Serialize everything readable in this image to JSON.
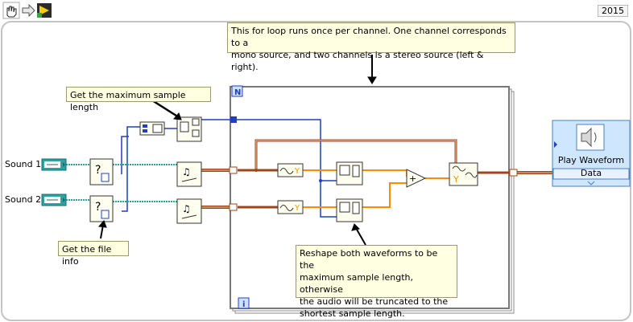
{
  "toolbar": {
    "icons": [
      "hand-pointer-icon",
      "arrow-right-icon",
      "labview-run-icon"
    ],
    "version": "2015"
  },
  "annotations": {
    "loop_note_line1": "This for loop runs once per channel. One channel corresponds to a",
    "loop_note_line2": "mono source, and two channels is a stereo source (left & right).",
    "max_length_note": "Get the maximum sample length",
    "file_info_note": "Get the file info",
    "reshape_note_line1": "Reshape both waveforms to be the",
    "reshape_note_line2": "maximum sample length, otherwise",
    "reshape_note_line3": "the audio will be truncated to the",
    "reshape_note_line4": "shortest sample length."
  },
  "controls": {
    "sound1": "Sound 1",
    "sound2": "Sound 2"
  },
  "loop": {
    "count_terminal": "N",
    "iteration_terminal": "i"
  },
  "nodes": {
    "file_info_glyph": "?",
    "add_glyph": "+",
    "y_glyph": "Y"
  },
  "play_waveform": {
    "title": "Play Waveform",
    "terminal": "Data"
  },
  "colors": {
    "waveform_wire": "#a0441a",
    "path_wire": "#2aa3a3",
    "number_wire": "#ff8c00",
    "integer_wire": "#1f3fbf",
    "note_fill": "#ffffe1",
    "node_fill": "#fffff0",
    "subvi_blue": "#cfe6ff"
  }
}
